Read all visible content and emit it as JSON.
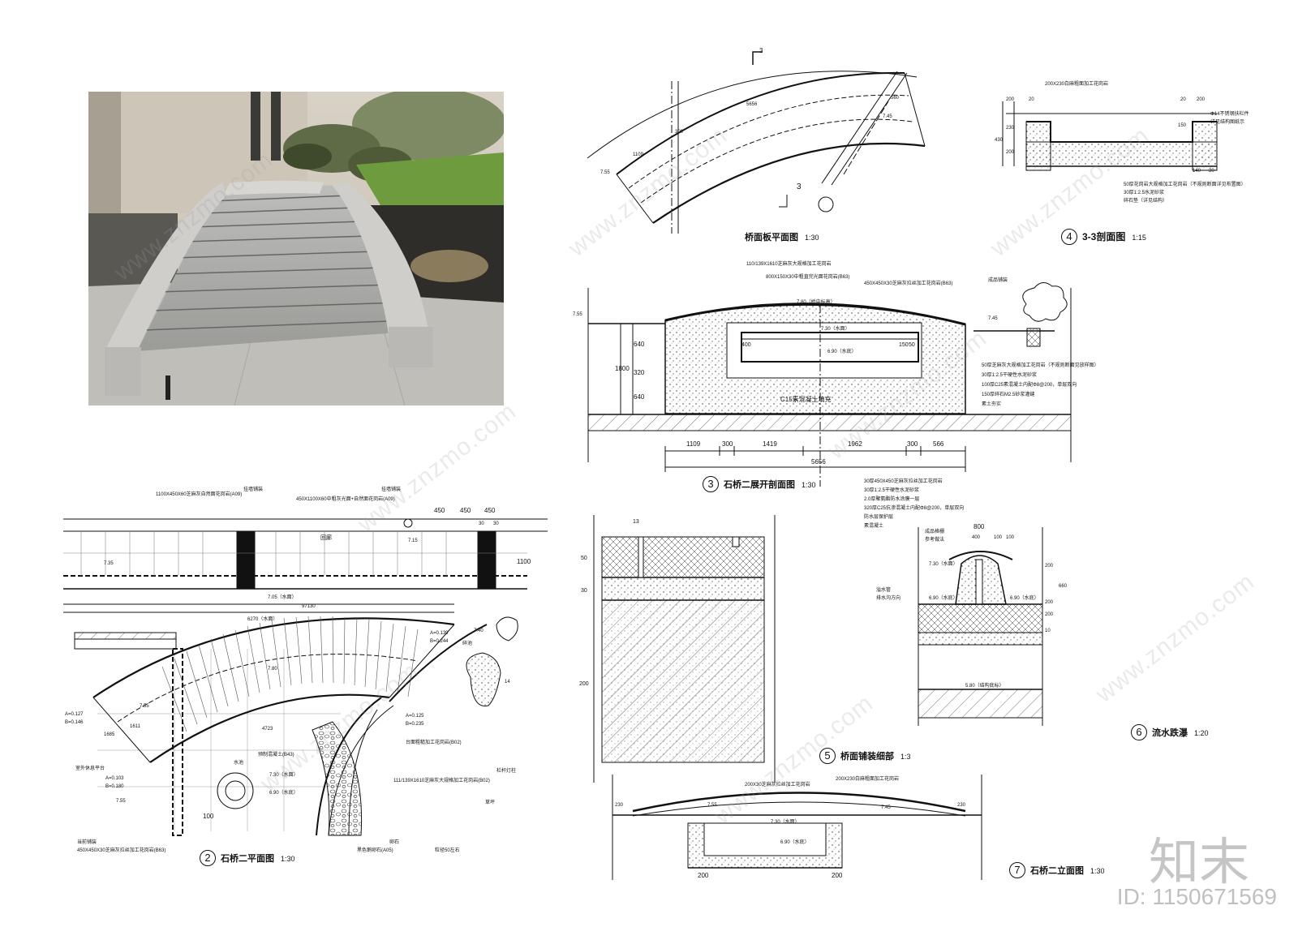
{
  "photo": {
    "description_icon": "stone-bridge-photo"
  },
  "titles": {
    "t1": "桥面板平面图",
    "t1_scale": "1:30",
    "t4_num": "4",
    "t4": "3-3剖面图",
    "t4_scale": "1:15",
    "t3_num": "3",
    "t3": "石桥二展开剖面图",
    "t3_scale": "1:30",
    "t2_num": "2",
    "t2": "石桥二平面图",
    "t2_scale": "1:30",
    "t5_num": "5",
    "t5": "桥面铺装细部",
    "t5_scale": "1:3",
    "t6_num": "6",
    "t6": "流水跌瀑",
    "t6_scale": "1:20",
    "t7_num": "7",
    "t7": "石桥二立面图",
    "t7_scale": "1:30"
  },
  "deck_plan": {
    "sec_mark_top": "3",
    "sec_mark_bot": "3",
    "d1": "5656",
    "d2": "7.45",
    "d3": "7.55",
    "d4": "1109",
    "d5": "300",
    "d6": "560"
  },
  "section33": {
    "top_note": "200X230白麻粗面加工花岗岩",
    "d200a": "200",
    "d200b": "200",
    "d20a": "20",
    "d20b": "20",
    "d430": "430",
    "d230": "230",
    "d200v": "200",
    "d150": "150",
    "d140": "140",
    "d30": "30",
    "r1": "50厚花岗岩大规格加工花岗岩（不规则断面详见布置图）",
    "r2": "30厚1:2.5水泥砂浆",
    "r3": "碎石垫（详见结构）",
    "rt1": "Φ14不锈钢扶栏件",
    "rt2": "详见结构图纸示"
  },
  "section3": {
    "n1": "110/139X1610芝麻灰大规格加工花岗岩",
    "n2": "800X150X30中粗直完光面花岗岩(B63)",
    "n3": "450X450X30芝麻灰拉丝加工花岗岩(B63)",
    "n4": "成品铺装",
    "lvl755": "7.55",
    "lvl780": "7.80（桥中标高）",
    "lvl745": "7.45",
    "lvl730": "7.30（水面）",
    "lvl690": "6.90（水底）",
    "h1800": "1800",
    "h640a": "640",
    "h320": "320",
    "h640b": "640",
    "w400": "400",
    "w150": "150",
    "w50": "50",
    "core": "C15素混凝土填充",
    "w1": "1109",
    "w2": "300",
    "w3": "1419",
    "w4": "1962",
    "w5": "300",
    "w6": "566",
    "total": "5656",
    "r1": "50厚芝麻灰大规格加工花岗岩（不规则断面见放样图）",
    "r2": "30厚1:2.5干硬性水泥砂浆",
    "r3": "100厚C25素混凝土内配Φ8@200，单层双向",
    "r4": "150厚碎石M2.5砂浆灌缝",
    "r5": "素土夯实",
    "b1": "30厚450X450芝麻灰拉丝加工花岗岩",
    "b2": "30厚1:2.5干硬性水泥砂浆",
    "b3": "2.0厚聚氨酯防水涂膜一层",
    "b4": "320厚C25抗渗混凝土内配Φ8@200，单层双向",
    "b5": "防水层保护层",
    "b6": "素混凝土"
  },
  "plan2": {
    "n_top1": "1100X450X60芝麻灰自然面花岗岩(A09)",
    "n_top2": "450X1100X60中粗灰光面+自然面花岗岩(A09)",
    "n_top3": "挂墙铺装",
    "n_top4": "挂墙铺装",
    "d450a": "450",
    "d450b": "450",
    "d450c": "450",
    "d30": "30",
    "d30b": "30",
    "corridor": "回廊",
    "l735": "7.35",
    "l715": "7.15",
    "l1100": "1100",
    "l705": "7.05（水面）",
    "l625": "6270（水面）",
    "l9730": "97130",
    "aB1": "A=0.139",
    "aB2": "B=0.244",
    "pond": "碎池",
    "l740": "7.40",
    "l780": "7.80",
    "l755": "7.55",
    "aA": "A=0.127",
    "aB": "B=0.146",
    "l1685": "1685",
    "l1611": "1611",
    "plat": "室外休息平台",
    "a2A": "A=0.103",
    "a2B": "B=0.180",
    "l755b": "7.55",
    "water": "水池",
    "conc": "预制混凝土(B43)",
    "l730": "7.30（水面）",
    "l690": "6.90（水底）",
    "a3A": "A=0.125",
    "a3B": "B=0.235",
    "r1": "台面粗糙加工花岗岩(B02)",
    "r2": "111/139X1610芝麻灰大规格加工花岗岩(B02)",
    "grass": "草坪",
    "d100": "100",
    "l4723": "4723",
    "bl1": "当前铺装",
    "bl2": "450X450X30芝麻灰拉丝加工花岗岩(B63)",
    "bm1": "卵石",
    "bm2": "黑色鹅卵石(A05)",
    "bm3": "粒径50左右",
    "rl1": "栏杆灯柱",
    "d14": "14"
  },
  "detail5": {
    "d13": "13",
    "d50": "50",
    "d30": "30",
    "d200": "200"
  },
  "detail6": {
    "d800": "800",
    "d400": "400",
    "d100a": "100",
    "d100b": "100",
    "n1": "成品格栅",
    "n2": "参考做法",
    "n3": "溢水管",
    "n4": "排水沟方向",
    "l730": "7.30（水面）",
    "l690a": "6.90（水底）",
    "l690b": "6.90（水底）",
    "h200": "200",
    "h200b": "200",
    "h10": "10",
    "h660": "660",
    "h200c": "200",
    "l580": "5.80（结构底标）"
  },
  "elev7": {
    "n1": "200X30芝麻灰拉丝加工花岗岩",
    "n2": "200X230白麻粗面加工花岗岩",
    "l755": "7.55",
    "l745": "7.45",
    "l730": "7.30（水面）",
    "l690": "6.90（水底）",
    "d230a": "230",
    "d230b": "230",
    "d200a": "200",
    "d200b": "200"
  },
  "watermark": {
    "site": "www.znzmo.com",
    "brand": "知末",
    "id": "ID: 1150671569"
  }
}
